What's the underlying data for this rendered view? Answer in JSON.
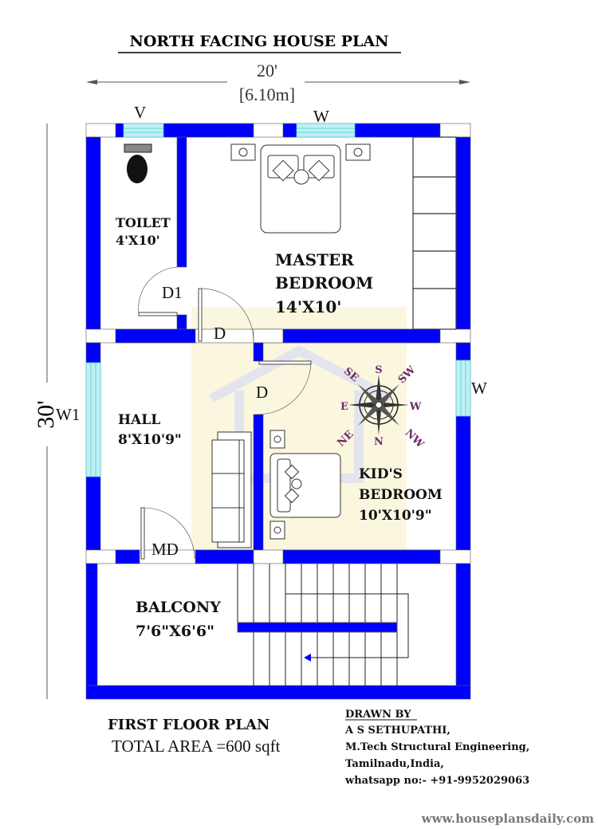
{
  "title": "NORTH FACING HOUSE PLAN",
  "dimensions": {
    "width_ft": "20'",
    "width_m": "[6.10m]",
    "depth_ft": "30'"
  },
  "rooms": {
    "toilet": {
      "name": "TOILET",
      "size": "4'X10'"
    },
    "master": {
      "name1": "MASTER",
      "name2": "BEDROOM",
      "size": "14'X10'"
    },
    "hall": {
      "name": "HALL",
      "size": "8'X10'9\""
    },
    "kids": {
      "name1": "KID'S",
      "name2": "BEDROOM",
      "size": "10'X10'9\""
    },
    "balcony": {
      "name": "BALCONY",
      "size": "7'6\"X6'6\""
    }
  },
  "openings": {
    "ventilator": "V",
    "window_top": "W",
    "window_right": "W",
    "window_left": "W1",
    "door_toilet": "D1",
    "door_master": "D",
    "door_kids": "D",
    "main_door": "MD"
  },
  "compass": {
    "n": "N",
    "s": "S",
    "e": "E",
    "w": "W",
    "ne": "NE",
    "nw": "NW",
    "se": "SE",
    "sw": "SW",
    "color": "#6b2a6b"
  },
  "footer": {
    "plan_name": "FIRST FLOOR PLAN",
    "total_area": "TOTAL AREA =600 sqft",
    "drawn_by": "DRAWN BY",
    "author": "A S SETHUPATHI,",
    "qualification": "M.Tech Structural Engineering,",
    "location": "Tamilnadu,India,",
    "contact": "whatsapp no:- +91-9952029063",
    "website": "www.houseplansdaily.com"
  },
  "colors": {
    "wall": "#0000ff",
    "window": "#bff0f5"
  }
}
